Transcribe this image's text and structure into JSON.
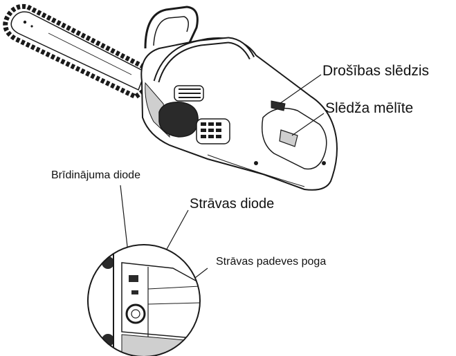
{
  "labels": {
    "safety_switch": "Drošības slēdzis",
    "trigger": "Slēdža mēlīte",
    "warning_led": "Brīdinājuma diode",
    "power_led": "Strāvas diode",
    "power_button": "Strāvas padeves poga"
  },
  "colors": {
    "line": "#1a1a1a",
    "fill": "#ffffff",
    "shade": "#cfcfcf",
    "dark": "#2a2a2a"
  }
}
